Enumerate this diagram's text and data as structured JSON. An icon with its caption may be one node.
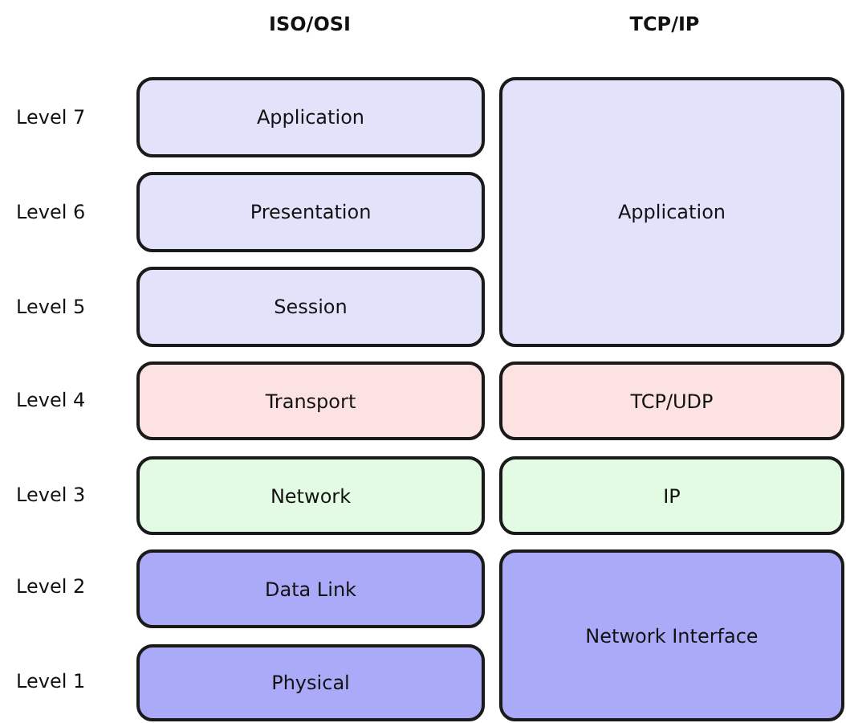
{
  "diagram": {
    "nodes": [
      {
        "text": [
          "Application"
        ]
      },
      {
        "text": [
          "Presentation"
        ]
      },
      {
        "text": [
          "Session"
        ]
      },
      {
        "text": [
          "Transport"
        ]
      },
      {
        "text": [
          "Network"
        ]
      },
      {
        "text": [
          "Data Link"
        ]
      },
      {
        "text": [
          "Physical"
        ]
      },
      {
        "text": [
          "Application"
        ]
      },
      {
        "text": [
          "TCP/UDP"
        ]
      },
      {
        "text": [
          "IP"
        ]
      },
      {
        "text": [
          "Network Interface"
        ]
      }
    ],
    "labels": [
      "ISO/OSI",
      "TCP/IP",
      "Level 7",
      "Level 6",
      "Level 5",
      "Level 4",
      "Level 3",
      "Level 2",
      "Level 1"
    ]
  }
}
